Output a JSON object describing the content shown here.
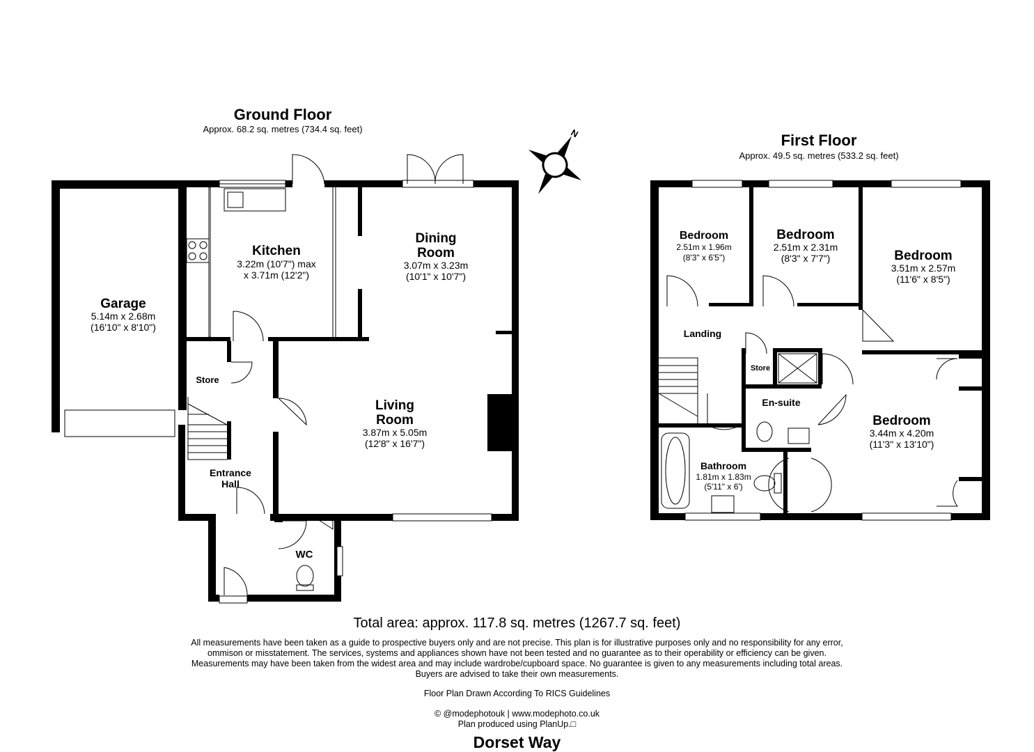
{
  "ground_floor": {
    "title": "Ground Floor",
    "area": "Approx. 68.2 sq. metres (734.4 sq. feet)",
    "rooms": {
      "garage": {
        "name": "Garage",
        "dim_m": "5.14m x 2.68m",
        "dim_ft": "(16'10\" x 8'10\")"
      },
      "kitchen": {
        "name": "Kitchen",
        "dim_m": "3.22m (10'7\") max",
        "dim_ft": "x 3.71m (12'2\")"
      },
      "dining": {
        "name1": "Dining",
        "name2": "Room",
        "dim_m": "3.07m x 3.23m",
        "dim_ft": "(10'1\" x 10'7\")"
      },
      "living": {
        "name1": "Living",
        "name2": "Room",
        "dim_m": "3.87m x 5.05m",
        "dim_ft": "(12'8\" x 16'7\")"
      },
      "store": {
        "name": "Store"
      },
      "hall": {
        "name1": "Entrance",
        "name2": "Hall"
      },
      "wc": {
        "name": "WC"
      }
    }
  },
  "first_floor": {
    "title": "First Floor",
    "area": "Approx. 49.5 sq. metres (533.2 sq. feet)",
    "rooms": {
      "bed1": {
        "name": "Bedroom",
        "dim_m": "2.51m x 1.96m",
        "dim_ft": "(8'3\" x 6'5\")"
      },
      "bed2": {
        "name": "Bedroom",
        "dim_m": "2.51m x 2.31m",
        "dim_ft": "(8'3\" x 7'7\")"
      },
      "bed3": {
        "name": "Bedroom",
        "dim_m": "3.51m x 2.57m",
        "dim_ft": "(11'6\" x 8'5\")"
      },
      "bed4": {
        "name": "Bedroom",
        "dim_m": "3.44m x 4.20m",
        "dim_ft": "(11'3\" x 13'10\")"
      },
      "landing": {
        "name": "Landing"
      },
      "store": {
        "name": "Store"
      },
      "ensuite": {
        "name": "En-suite"
      },
      "bathroom": {
        "name": "Bathroom",
        "dim_m": "1.81m x 1.83m",
        "dim_ft": "(5'11\" x 6')"
      }
    }
  },
  "compass": {
    "label": "N",
    "icon": "compass-icon"
  },
  "total_area": "Total area: approx. 117.8 sq. metres (1267.7 sq. feet)",
  "disclaimer": [
    "All measurements have been taken as a guide to prospective buyers only and are not precise. This plan is for illustrative purposes only and no responsibility for any error,",
    "ommison or misstatement. The services, systems and appliances shown have not been tested and no guarantee as to their operability or efficiency can be given.",
    "Measurements may have been taken from the widest area and may include wardrobe/cupboard space. No guarantee is given to any measurements including total areas.",
    "Buyers are advised to take their own measurements."
  ],
  "rics_note": "Floor Plan Drawn According To RICS Guidelines",
  "credit_line1": "© @modephotouk | www.modephoto.co.uk",
  "credit_line2": "Plan produced using PlanUp.□",
  "property_name": "Dorset Way"
}
